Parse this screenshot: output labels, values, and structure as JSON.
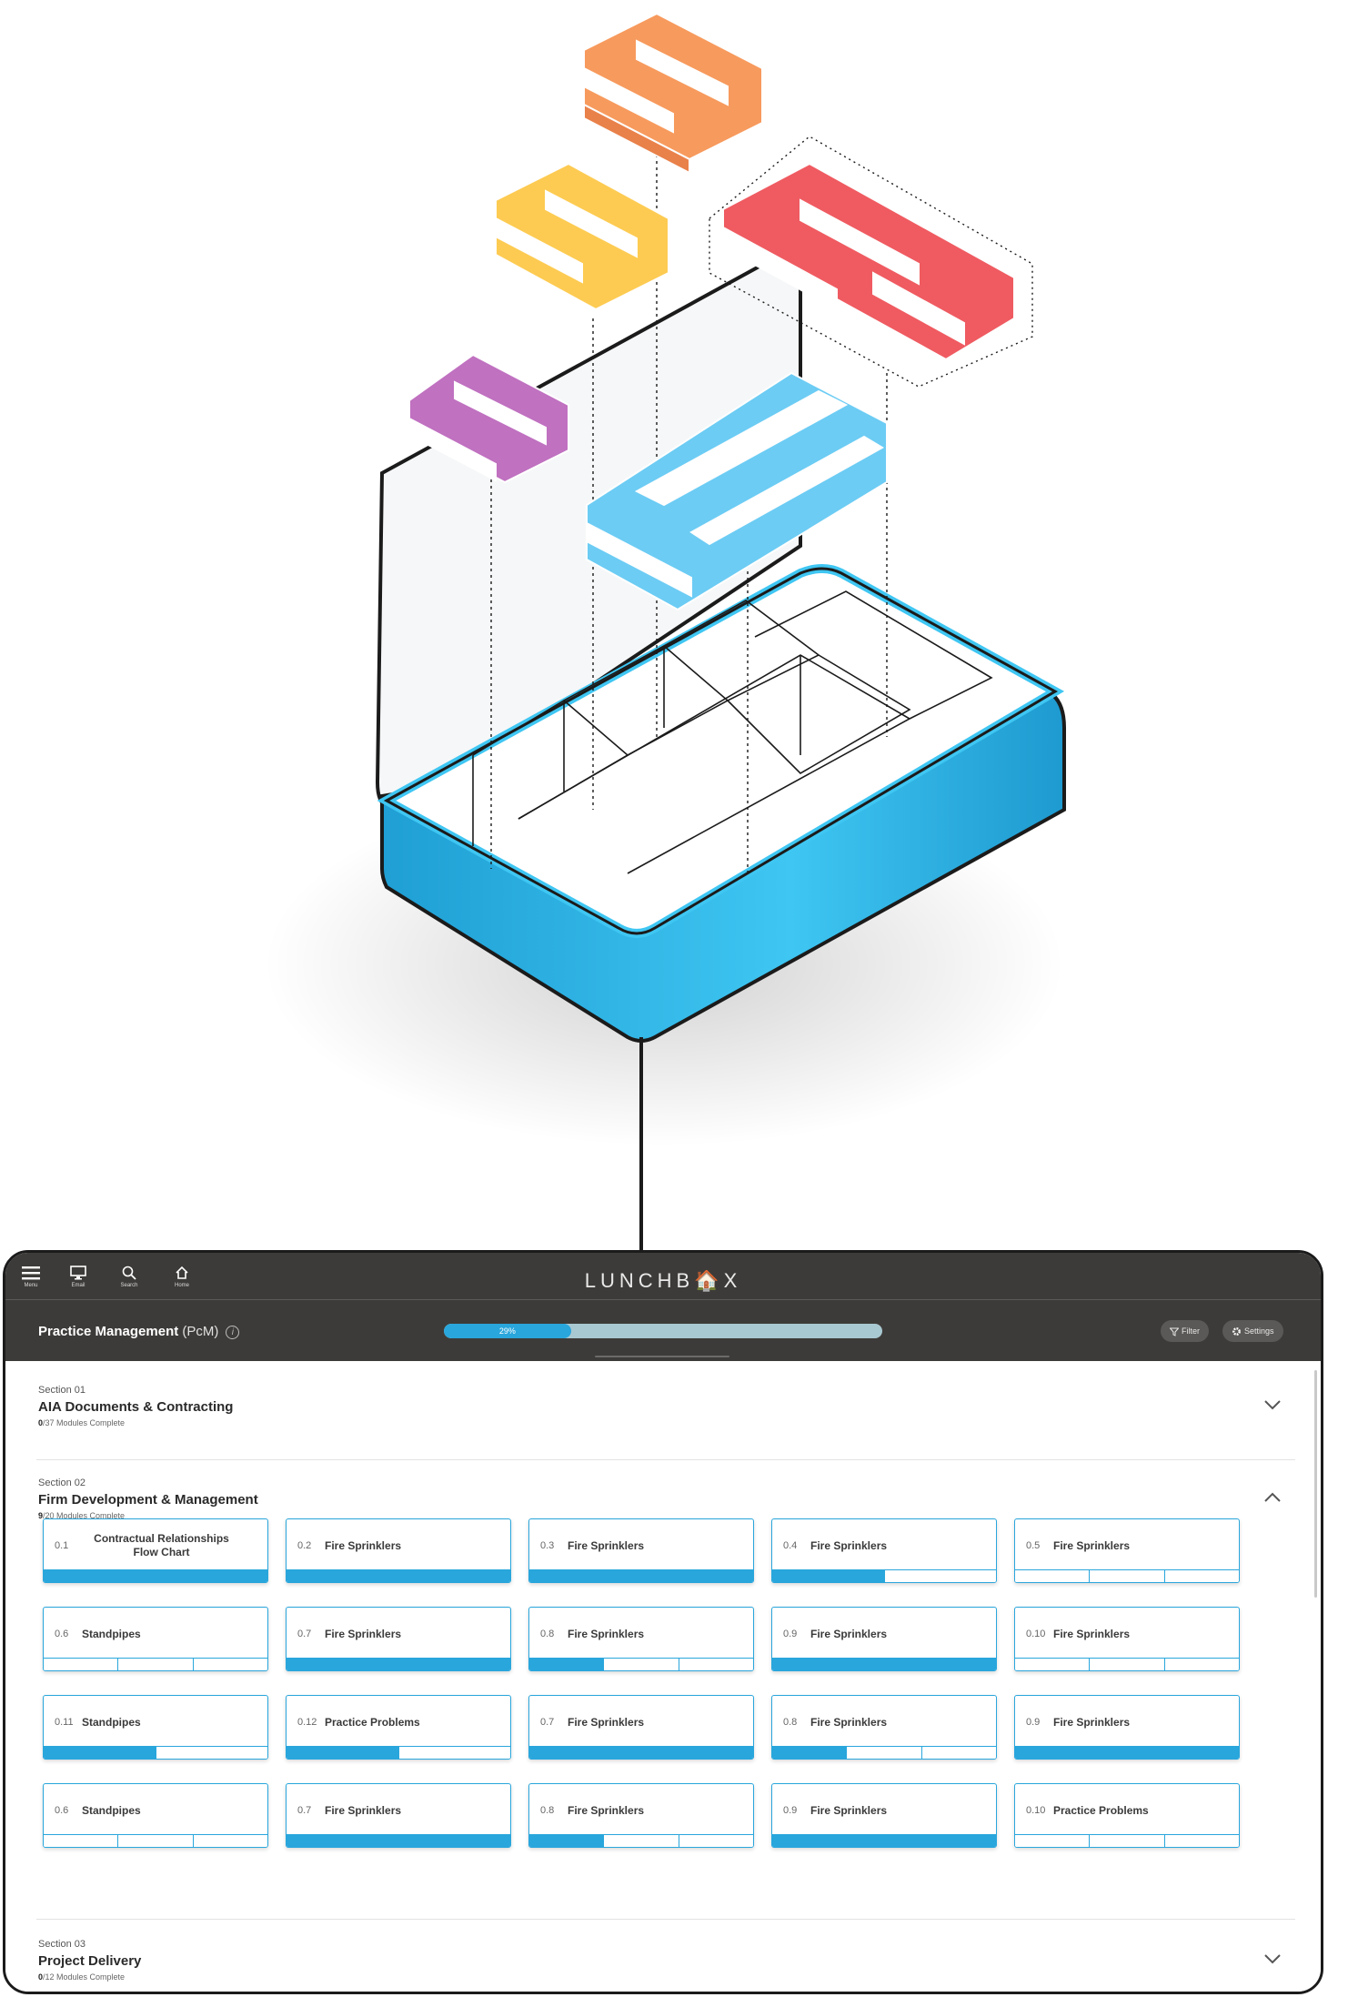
{
  "app": {
    "logo": "LUNCHB🏠X",
    "nav": [
      {
        "id": "menu",
        "label": "Menu",
        "icon": "hamburger-icon"
      },
      {
        "id": "email",
        "label": "Email",
        "icon": "monitor-icon"
      },
      {
        "id": "search",
        "label": "Search",
        "icon": "search-icon"
      },
      {
        "id": "home",
        "label": "Home",
        "icon": "home-icon"
      }
    ],
    "course_title": "Practice Management",
    "course_abbr": " (PcM)",
    "progress_percent": 29,
    "progress_label": "29%",
    "filter_label": "Filter",
    "settings_label": "Settings"
  },
  "colors": {
    "topbar": "#3d3b39",
    "accent": "#29a6dc",
    "progress_track": "#a9c9d2",
    "lid_blue": "#3fc6f2",
    "orange": "#f79a5d",
    "yellow": "#fdcb52",
    "red": "#ef5b61",
    "purple": "#c071c0",
    "cyan": "#6cccf4"
  },
  "sections": [
    {
      "number": "Section 01",
      "title": "AIA Documents & Contracting",
      "done": "0",
      "total": "/37 Modules Complete",
      "expanded": false
    },
    {
      "number": "Section 02",
      "title": "Firm Development & Management",
      "done": "9",
      "total": "/20 Modules Complete",
      "expanded": true
    },
    {
      "number": "Section 03",
      "title": "Project Delivery",
      "done": "0",
      "total": "/12 Modules Complete",
      "expanded": false
    }
  ],
  "modules": [
    {
      "num": "0.1",
      "title": "Contractual Relationships Flow Chart",
      "segments": 1,
      "filled": 1
    },
    {
      "num": "0.2",
      "title": "Fire Sprinklers",
      "segments": 1,
      "filled": 1
    },
    {
      "num": "0.3",
      "title": "Fire Sprinklers",
      "segments": 1,
      "filled": 1
    },
    {
      "num": "0.4",
      "title": "Fire Sprinklers",
      "segments": 2,
      "filled": 1
    },
    {
      "num": "0.5",
      "title": "Fire Sprinklers",
      "segments": 3,
      "filled": 0
    },
    {
      "num": "0.6",
      "title": "Standpipes",
      "segments": 3,
      "filled": 0
    },
    {
      "num": "0.7",
      "title": "Fire Sprinklers",
      "segments": 1,
      "filled": 1
    },
    {
      "num": "0.8",
      "title": "Fire Sprinklers",
      "segments": 3,
      "filled": 1
    },
    {
      "num": "0.9",
      "title": "Fire Sprinklers",
      "segments": 1,
      "filled": 1
    },
    {
      "num": "0.10",
      "title": "Fire Sprinklers",
      "segments": 3,
      "filled": 0
    },
    {
      "num": "0.11",
      "title": "Standpipes",
      "segments": 2,
      "filled": 1
    },
    {
      "num": "0.12",
      "title": "Practice Problems",
      "segments": 2,
      "filled": 1
    },
    {
      "num": "0.7",
      "title": "Fire Sprinklers",
      "segments": 1,
      "filled": 1
    },
    {
      "num": "0.8",
      "title": "Fire Sprinklers",
      "segments": 3,
      "filled": 1
    },
    {
      "num": "0.9",
      "title": "Fire Sprinklers",
      "segments": 1,
      "filled": 1
    },
    {
      "num": "0.6",
      "title": "Standpipes",
      "segments": 3,
      "filled": 0
    },
    {
      "num": "0.7",
      "title": "Fire Sprinklers",
      "segments": 1,
      "filled": 1
    },
    {
      "num": "0.8",
      "title": "Fire Sprinklers",
      "segments": 3,
      "filled": 1
    },
    {
      "num": "0.9",
      "title": "Fire Sprinklers",
      "segments": 1,
      "filled": 1
    },
    {
      "num": "0.10",
      "title": "Practice Problems",
      "segments": 3,
      "filled": 0
    }
  ]
}
